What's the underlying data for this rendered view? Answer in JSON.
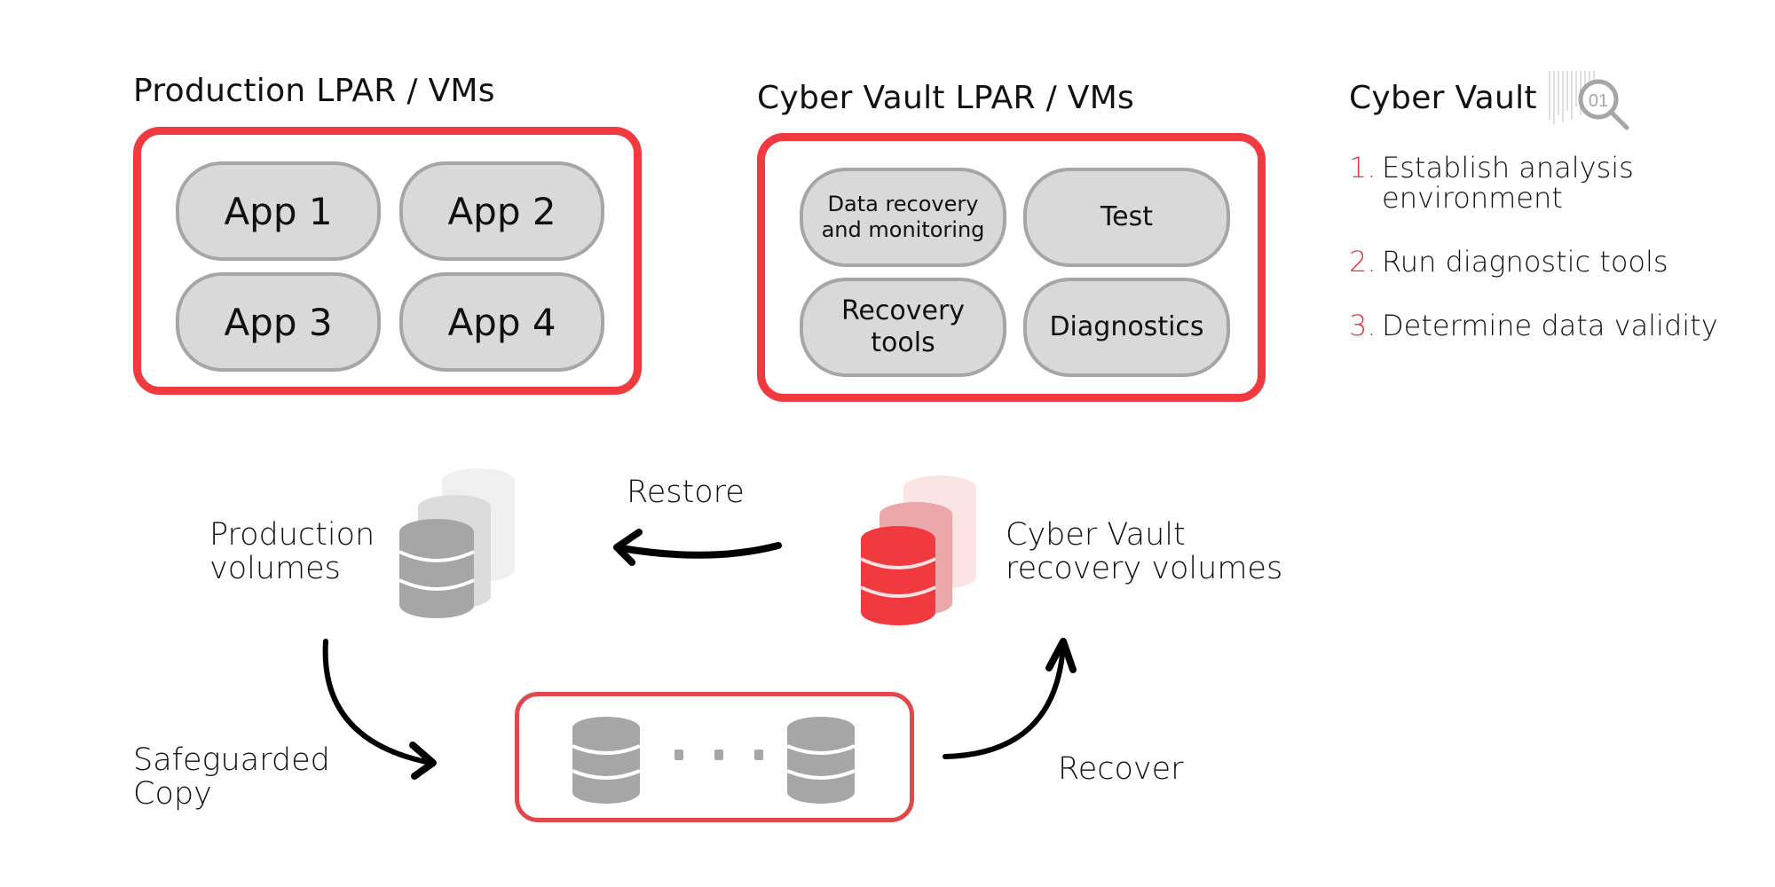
{
  "production": {
    "title": "Production LPAR / VMs",
    "apps": [
      "App 1",
      "App 2",
      "App 3",
      "App 4"
    ]
  },
  "cyber_vault_lpar": {
    "title": "Cyber Vault LPAR / VMs",
    "items": [
      "Data recovery and monitoring",
      "Test",
      "Recovery tools",
      "Diagnostics"
    ]
  },
  "cyber_vault_panel": {
    "title": "Cyber Vault",
    "icon": "magnifier-binary-icon",
    "icon_text": "01",
    "steps": [
      {
        "num": "1.",
        "text": "Establish analysis environment"
      },
      {
        "num": "2.",
        "text": "Run diagnostic tools"
      },
      {
        "num": "3.",
        "text": "Determine data validity"
      }
    ]
  },
  "flow": {
    "production_volumes": [
      "Production",
      "volumes"
    ],
    "cv_recovery_volumes": [
      "Cyber Vault",
      "recovery volumes"
    ],
    "restore_label": "Restore",
    "safeguarded_label": [
      "Safeguarded",
      "Copy"
    ],
    "recover_label": "Recover",
    "ellipsis": "..."
  },
  "colors": {
    "accent_red": "#f03a3f",
    "pill_fill": "#d9d9d9",
    "pill_border": "#a6a6a6",
    "db_gray": "#a6a6a6"
  }
}
